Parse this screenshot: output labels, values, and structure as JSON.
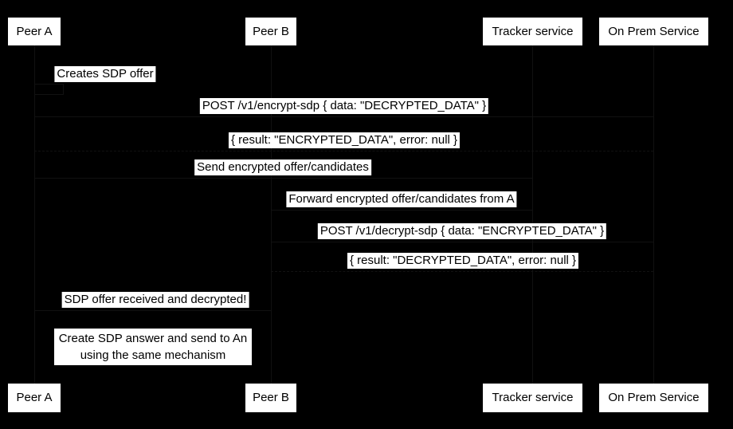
{
  "diagram": {
    "type": "sequence-diagram",
    "colors": {
      "background": "#000000",
      "label_background": "#ffffff",
      "label_text": "#000000"
    },
    "actors": [
      {
        "name": "Peer A"
      },
      {
        "name": "Peer B"
      },
      {
        "name": "Tracker service"
      },
      {
        "name": "On Prem Service"
      }
    ],
    "messages": [
      {
        "label": "Creates SDP offer",
        "from": "Peer A",
        "to": "Peer A",
        "style": "self"
      },
      {
        "label": "POST /v1/encrypt-sdp { data: \"DECRYPTED_DATA\" }",
        "from": "Peer A",
        "to": "On Prem Service",
        "style": "solid"
      },
      {
        "label": "{ result: \"ENCRYPTED_DATA\", error: null }",
        "from": "On Prem Service",
        "to": "Peer A",
        "style": "dashed"
      },
      {
        "label": "Send encrypted offer/candidates",
        "from": "Peer A",
        "to": "Tracker service",
        "style": "solid"
      },
      {
        "label": "Forward encrypted offer/candidates from A",
        "from": "Tracker service",
        "to": "Peer B",
        "style": "solid"
      },
      {
        "label": "POST /v1/decrypt-sdp { data: \"ENCRYPTED_DATA\" }",
        "from": "Peer B",
        "to": "On Prem Service",
        "style": "solid"
      },
      {
        "label": "{ result: \"DECRYPTED_DATA\", error: null }",
        "from": "On Prem Service",
        "to": "Peer B",
        "style": "dashed"
      },
      {
        "label": "SDP offer received and decrypted!",
        "from": "Peer B",
        "to": "Peer A",
        "style": "solid"
      }
    ],
    "note": {
      "line1": "Create SDP answer and send to An",
      "line2": "using the same mechanism"
    }
  }
}
